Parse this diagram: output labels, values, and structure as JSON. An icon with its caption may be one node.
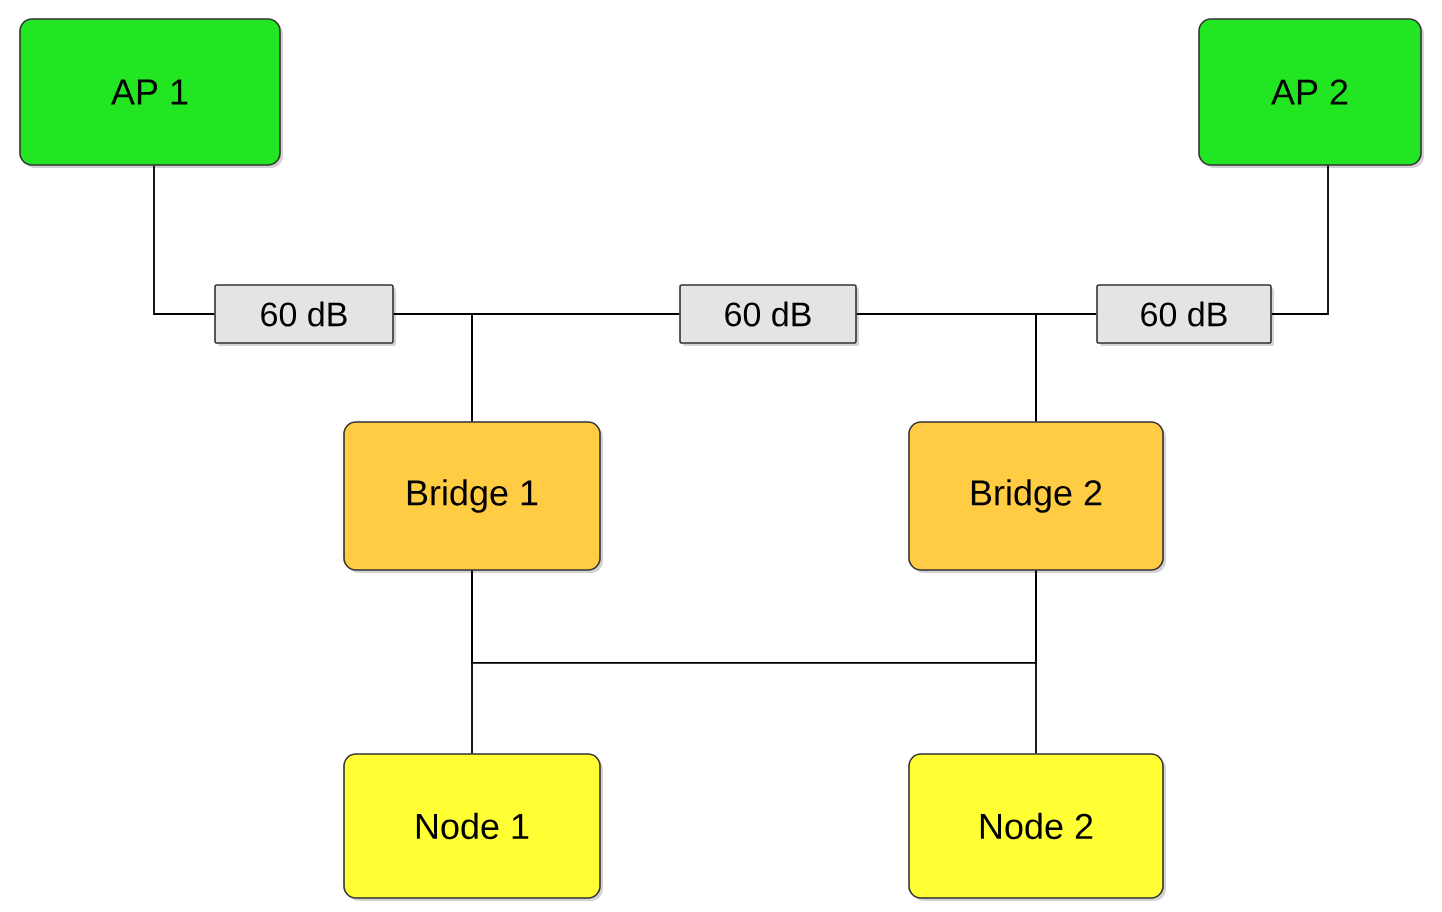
{
  "diagram": {
    "nodes": [
      {
        "text": [
          "AP 1"
        ]
      },
      {
        "text": [
          "AP 2"
        ]
      },
      {
        "text": [
          "60 dB"
        ]
      },
      {
        "text": [
          "60 dB"
        ]
      },
      {
        "text": [
          "60 dB"
        ]
      },
      {
        "text": [
          "Bridge 1"
        ]
      },
      {
        "text": [
          "Bridge 2"
        ]
      },
      {
        "text": [
          "Node 1"
        ]
      },
      {
        "text": [
          "Node 2"
        ]
      }
    ],
    "edges": [
      {
        "from": 0,
        "to": 2,
        "arrow": "none"
      },
      {
        "from": 2,
        "to": 5,
        "arrow": "none"
      },
      {
        "from": 3,
        "to": 5,
        "arrow": "none"
      },
      {
        "from": 3,
        "to": 6,
        "arrow": "none"
      },
      {
        "from": 4,
        "to": 6,
        "arrow": "none"
      },
      {
        "from": 4,
        "to": 1,
        "arrow": "none"
      },
      {
        "from": 5,
        "to": 7,
        "arrow": "none"
      },
      {
        "from": 6,
        "to": 8,
        "arrow": "none"
      },
      {
        "from": 5,
        "to": 6,
        "arrow": "none"
      }
    ]
  }
}
